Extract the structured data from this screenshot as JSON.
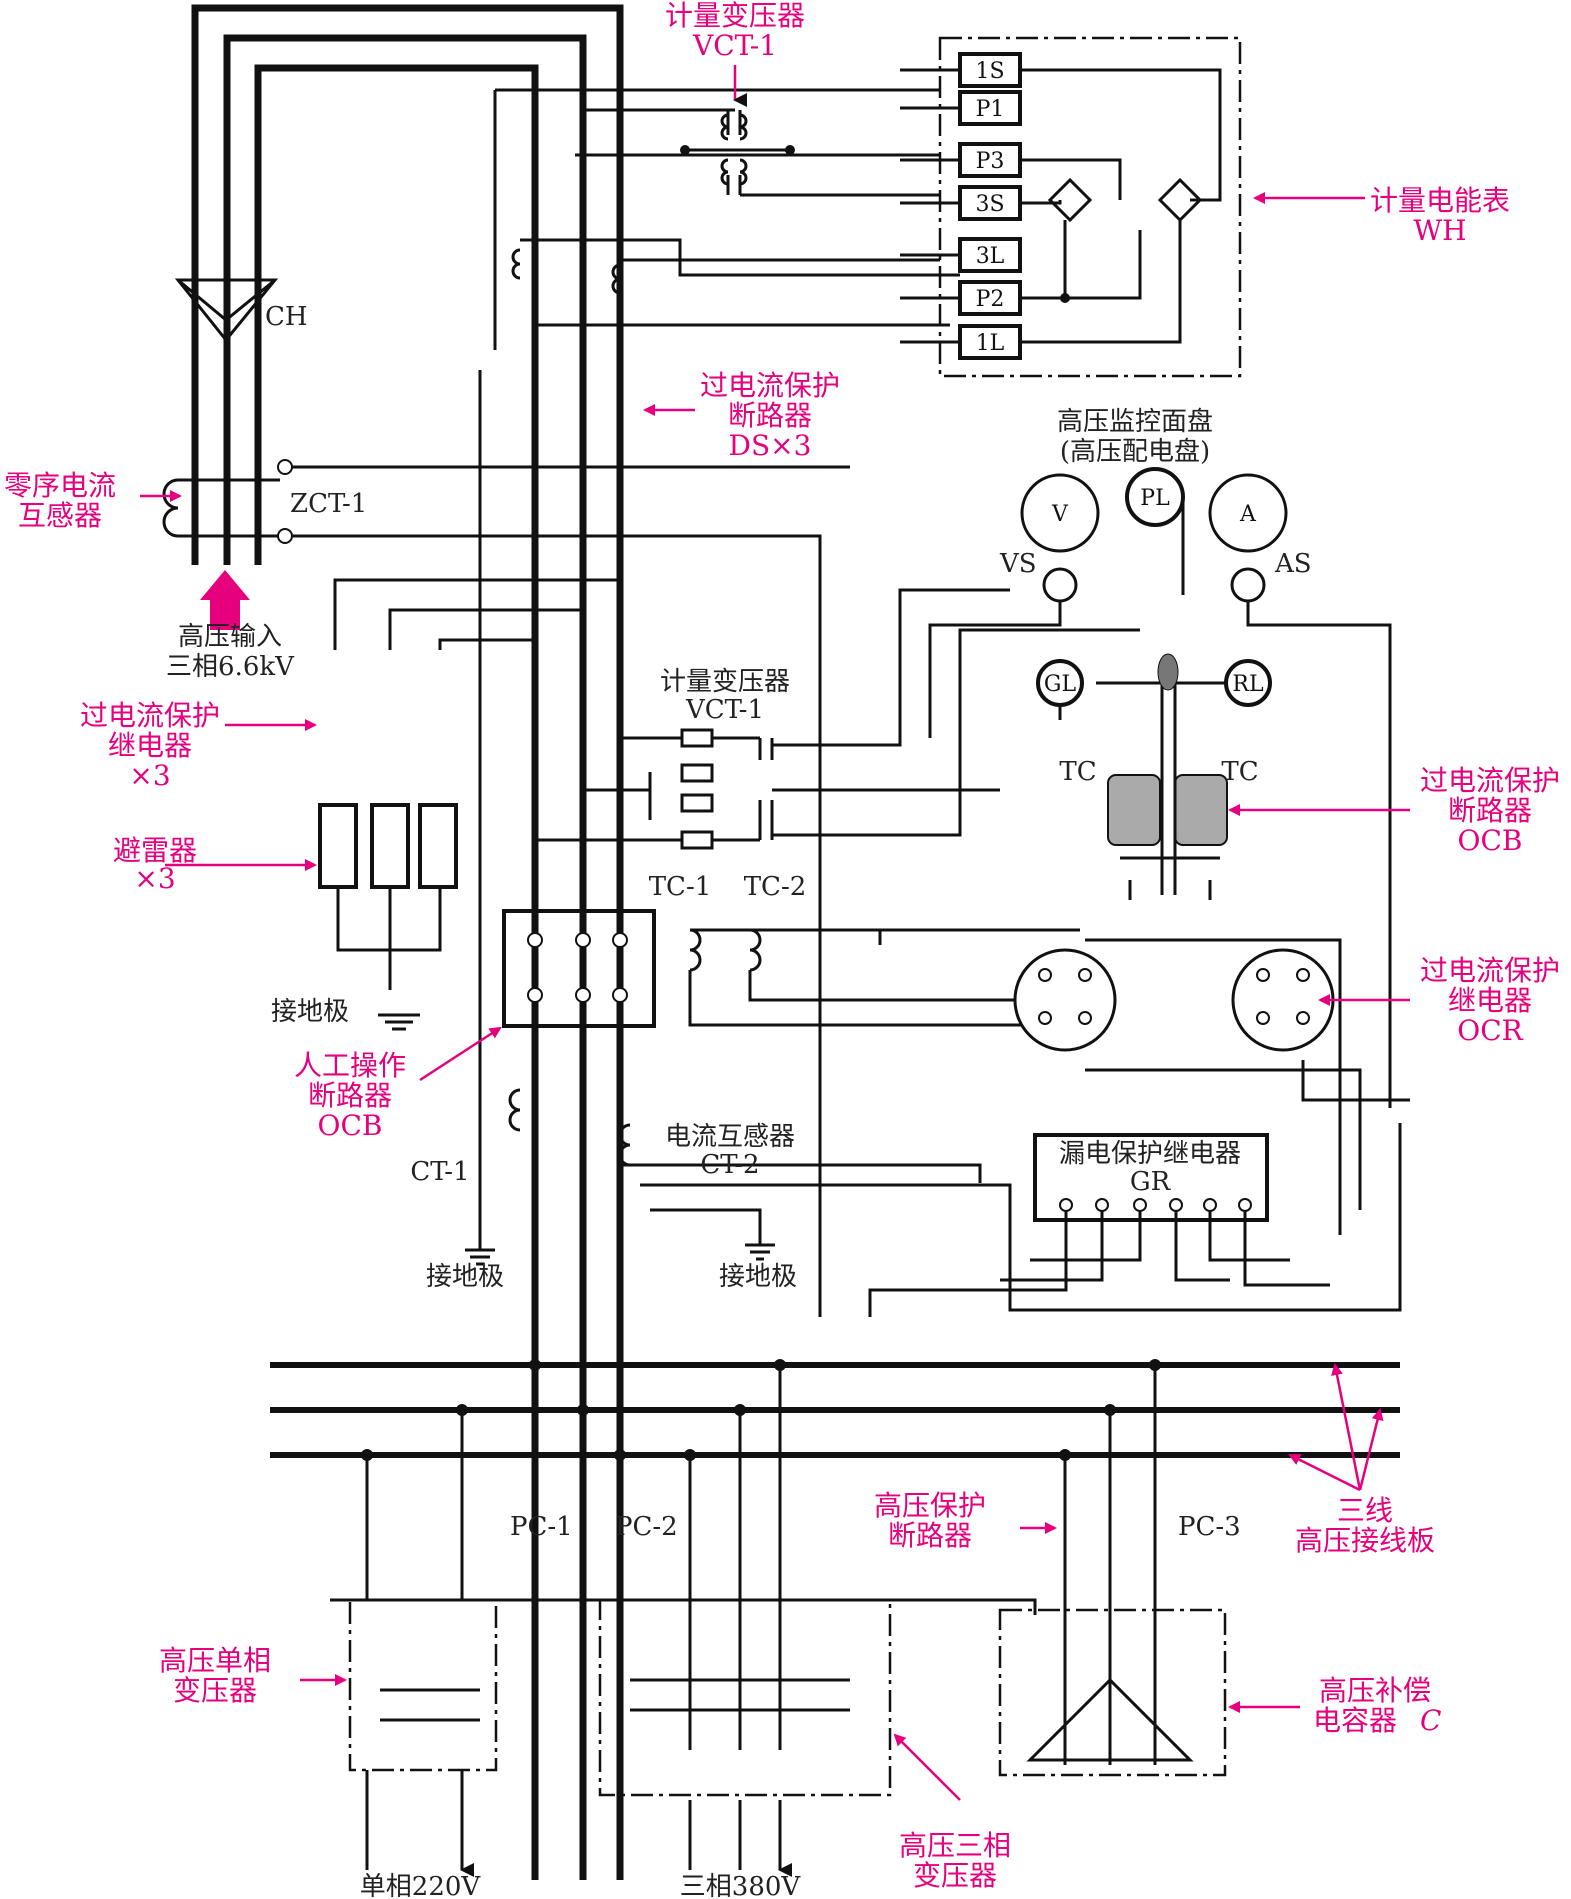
{
  "labels": {
    "vct_top_1": "计量变压器",
    "vct_top_2": "VCT-1",
    "wh_1": "计量电能表",
    "wh_2": "WH",
    "ch": "CH",
    "ds_1": "过电流保护",
    "ds_2": "断路器",
    "ds_3": "DS×3",
    "panel_1": "高压监控面盘",
    "panel_2": "(高压配电盘)",
    "zct_1": "零序电流",
    "zct_2": "互感器",
    "zct_3": "ZCT-1",
    "input_1": "高压输入",
    "input_2": "三相6.6kV",
    "relay_1": "过电流保护",
    "relay_2": "继电器",
    "relay_3": "×3",
    "arrester_1": "避雷器",
    "arrester_2": "×3",
    "ground_1": "接地极",
    "ground_2": "接地极",
    "ground_3": "接地极",
    "vct_mid_1": "计量变压器",
    "vct_mid_2": "VCT-1",
    "tc1": "TC-1",
    "tc2": "TC-2",
    "ocb_1": "过电流保护",
    "ocb_2": "断路器",
    "ocb_3": "OCB",
    "ocr_1": "过电流保护",
    "ocr_2": "继电器",
    "ocr_3": "OCR",
    "manual_1": "人工操作",
    "manual_2": "断路器",
    "manual_3": "OCB",
    "ct1": "CT-1",
    "ct2_1": "电流互感器",
    "ct2_2": "CT-2",
    "gr_1": "漏电保护继电器",
    "gr_2": "GR",
    "pc1": "PC-1",
    "pc2": "PC-2",
    "pc3": "PC-3",
    "hvbreaker_1": "高压保护",
    "hvbreaker_2": "断路器",
    "busbar_1": "三线",
    "busbar_2": "高压接线板",
    "single_tx_1": "高压单相",
    "single_tx_2": "变压器",
    "cap_1": "高压补偿",
    "cap_2": "电容器",
    "cap_3": "C",
    "three_tx_1": "高压三相",
    "three_tx_2": "变压器",
    "out_single": "单相220V",
    "out_three": "三相380V"
  },
  "meter_pins": [
    "1S",
    "P1",
    "P3",
    "3S",
    "3L",
    "P2",
    "1L"
  ],
  "meters": {
    "V": "V",
    "PL": "PL",
    "A": "A",
    "VS": "VS",
    "AS": "AS",
    "GL": "GL",
    "RL": "RL",
    "TC_left": "TC",
    "TC_right": "TC"
  },
  "colors": {
    "accent": "#e6007e",
    "line": "#111111"
  }
}
